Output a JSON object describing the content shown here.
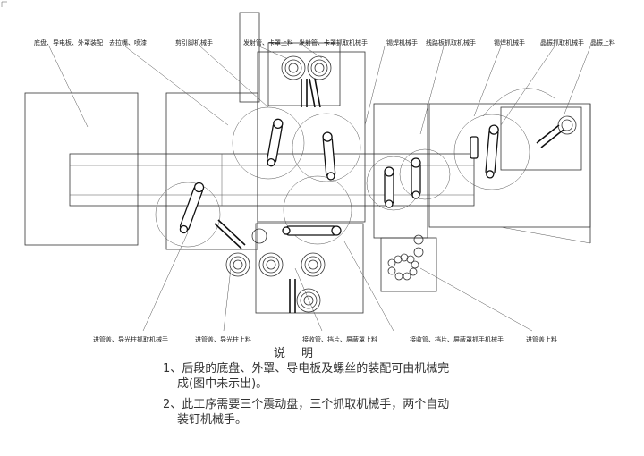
{
  "labels": {
    "base_guide_cover_assembly": "底盘、导电板、外罩装配",
    "remove_oil_spray": "去拉嘴、喷漆",
    "cut_pin_robot": "剪引脚机械手",
    "emit_tube_cover_feed": "发射管、卡罩上料",
    "emit_tube_cover_pick_robot": "发射管、卡罩抓取机械手",
    "screw_weld_robot": "锡焊机械手",
    "circuit_board_pick_robot": "线路板抓取机械手",
    "solder_robot": "锡焊机械手",
    "crystal_pick_robot": "晶振抓取机械手",
    "crystal_feed": "晶振上料",
    "feed_pipe_guide_pick_robot": "进管盖、导光柱抓取机械手",
    "feed_pipe_guide_feed": "进管盖、导光柱上料",
    "receiver_shield_feed": "接收管、挡片、屏蔽罩上料",
    "receiver_shield_pick_robot": "接收管、挡片、屏蔽罩抓手机械手",
    "feed_cover_feed": "进管盖上料"
  },
  "notes": {
    "title": "说明",
    "line1": "1、后段的底盘、外罩、导电板及螺丝的装配可由机械完",
    "line2": "成(图中未示出)。",
    "line3": "2、此工序需要三个震动盘，三个抓取机械手，两个自动",
    "line4": "装钉机械手。"
  }
}
